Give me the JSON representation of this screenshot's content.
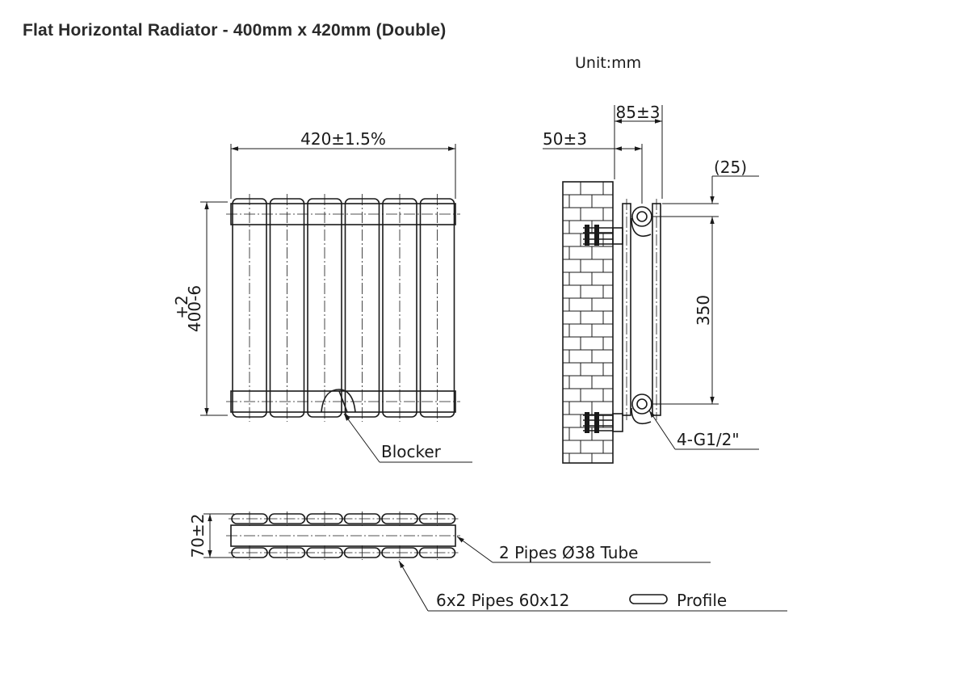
{
  "title": "Flat Horizontal Radiator - 400mm x 420mm (Double)",
  "unit": "Unit:mm",
  "dims": {
    "width": "420±1.5%",
    "height_tol": "+2",
    "height": "400-6",
    "depth": "85±3",
    "wall_gap": "50±3",
    "offset": "(25)",
    "centers": "350",
    "thickness": "70±2"
  },
  "labels": {
    "blocker": "Blocker",
    "connection": "4-G1/2\"",
    "tube": "2 Pipes Ø38 Tube",
    "profile_prefix": "6x2 Pipes 60x12",
    "profile_suffix": "Profile"
  },
  "icons": {
    "profile": "obround-profile-icon"
  }
}
